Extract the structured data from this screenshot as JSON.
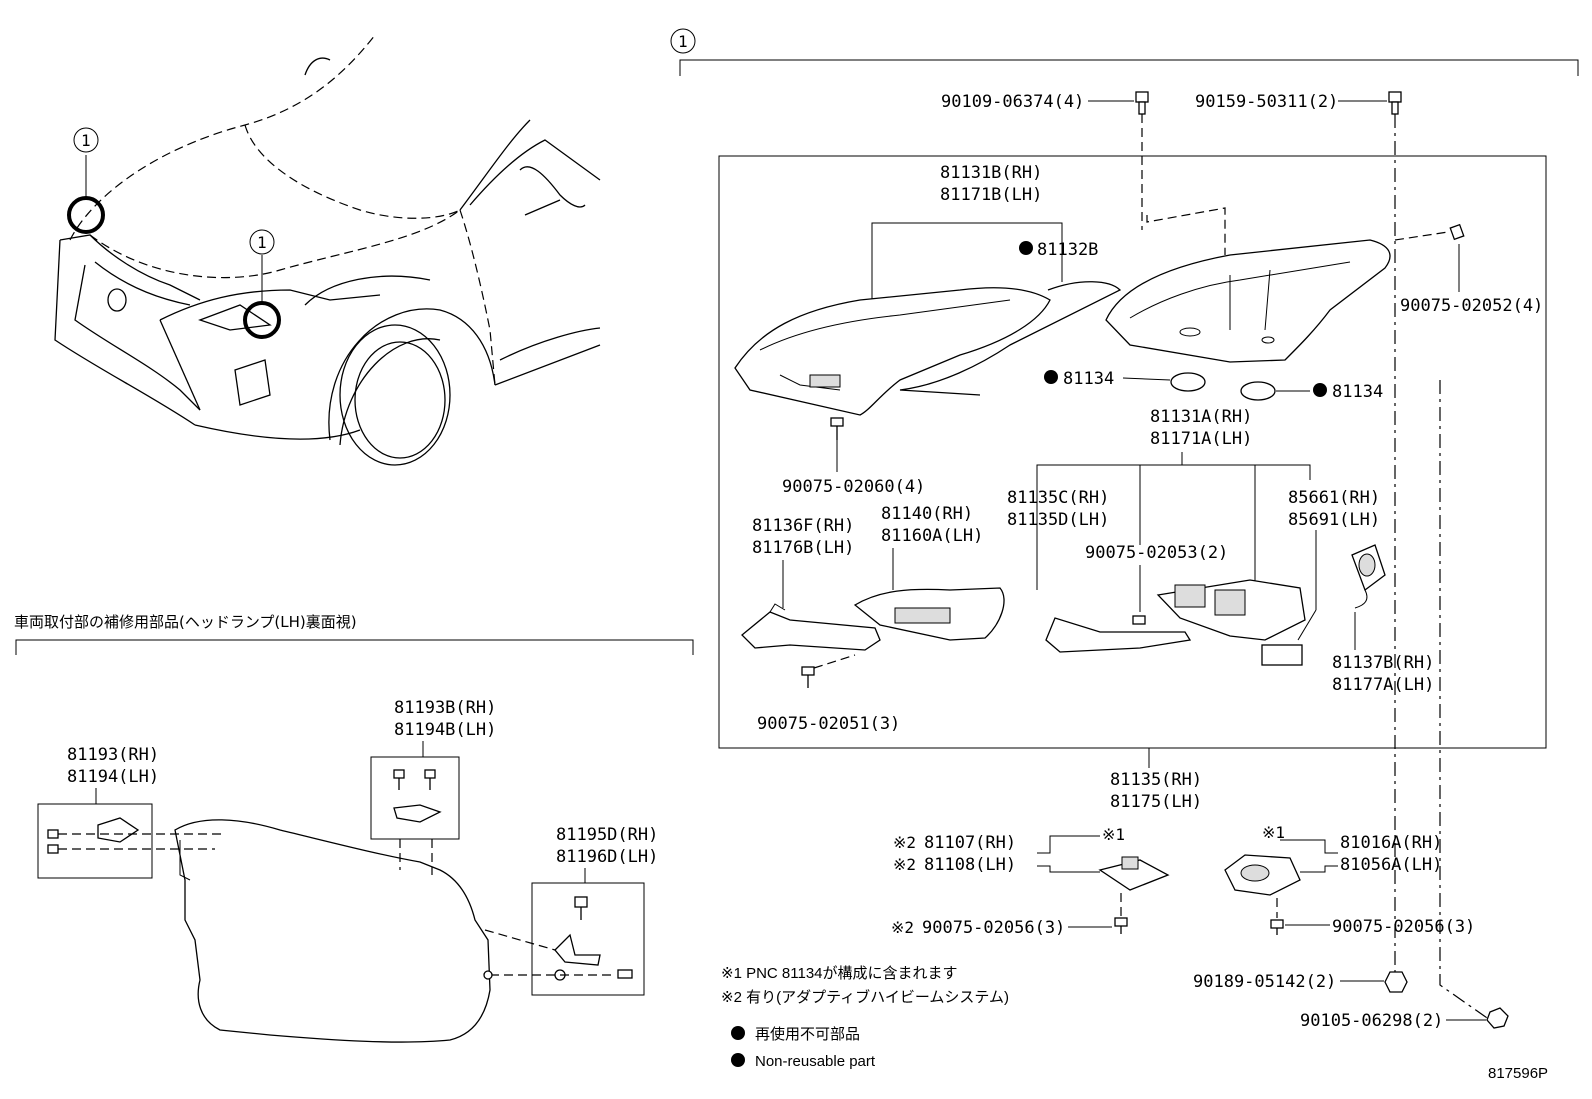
{
  "callout_marker": "1",
  "section_jp_title": "車両取付部の補修用部品(ヘッドランプ(LH)裏面視)",
  "parts": {
    "p90109": "90109-06374(4)",
    "p90159": "90159-50311(2)",
    "p81131B_rh": "81131B(RH)",
    "p81171B_lh": "81171B(LH)",
    "p81132B": "81132B",
    "p90075_02052": "90075-02052(4)",
    "p81134_left": "81134",
    "p81134_right": "81134",
    "p90075_02060": "90075-02060(4)",
    "p81131A_rh": "81131A(RH)",
    "p81171A_lh": "81171A(LH)",
    "p81136F_rh": "81136F(RH)",
    "p81176B_lh": "81176B(LH)",
    "p81140_rh": "81140(RH)",
    "p81160A_lh": "81160A(LH)",
    "p81135C_rh": "81135C(RH)",
    "p81135D_lh": "81135D(LH)",
    "p85661_rh": "85661(RH)",
    "p85691_lh": "85691(LH)",
    "p90075_02053": "90075-02053(2)",
    "p81137B_rh": "81137B(RH)",
    "p81177A_lh": "81177A(LH)",
    "p90075_02051": "90075-02051(3)",
    "p81135_rh": "81135(RH)",
    "p81175_lh": "81175(LH)",
    "p81107_rh": "81107(RH)",
    "p81108_lh": "81108(LH)",
    "p90075_02056_left": "90075-02056(3)",
    "p81016A_rh": "81016A(RH)",
    "p81056A_lh": "81056A(LH)",
    "p90075_02056_right": "90075-02056(3)",
    "p90189": "90189-05142(2)",
    "p90105": "90105-06298(2)",
    "p81193_rh": "81193(RH)",
    "p81194_lh": "81194(LH)",
    "p81193B_rh": "81193B(RH)",
    "p81194B_lh": "81194B(LH)",
    "p81195D_rh": "81195D(RH)",
    "p81196D_lh": "81196D(LH)"
  },
  "marks": {
    "note2": "※2",
    "note1": "※1"
  },
  "notes": {
    "note1_text": "※1 PNC 81134が構成に含まれます",
    "note2_text": "※2 有り(アダプティブハイビームシステム)"
  },
  "legend": {
    "jp": "再使用不可部品",
    "en": "Non-reusable part"
  },
  "diagram_id": "817596P"
}
